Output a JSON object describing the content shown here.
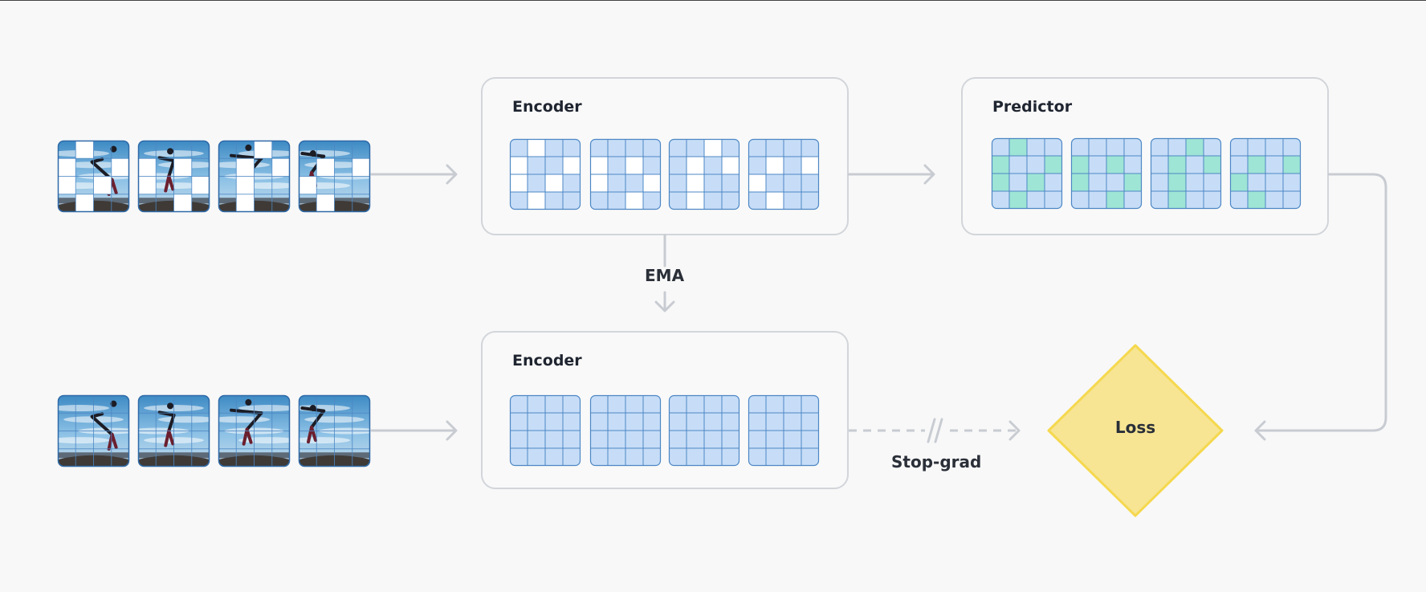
{
  "context_encoder": {
    "title": "Encoder"
  },
  "target_encoder": {
    "title": "Encoder"
  },
  "predictor": {
    "title": "Predictor"
  },
  "ema_label": "EMA",
  "stop_grad_label": "Stop-grad",
  "loss_label": "Loss",
  "colors": {
    "token": "#c7ddf7",
    "token_border": "#4d87c4",
    "predicted_token": "#9ee5d5",
    "masked": "#ffffff",
    "box_border": "#d2d5da",
    "arrow": "#c8ccd2",
    "loss_fill": "#f7e594",
    "loss_border": "#f5d84e"
  },
  "masks": {
    "context_frames": [
      [
        [
          0,
          1,
          0,
          0
        ],
        [
          1,
          0,
          0,
          1
        ],
        [
          1,
          0,
          1,
          0
        ],
        [
          0,
          1,
          0,
          0
        ]
      ],
      [
        [
          0,
          0,
          0,
          0
        ],
        [
          1,
          0,
          1,
          0
        ],
        [
          1,
          0,
          0,
          1
        ],
        [
          0,
          0,
          1,
          0
        ]
      ],
      [
        [
          0,
          0,
          1,
          0
        ],
        [
          0,
          1,
          0,
          1
        ],
        [
          0,
          1,
          0,
          0
        ],
        [
          0,
          1,
          0,
          0
        ]
      ],
      [
        [
          0,
          0,
          0,
          0
        ],
        [
          0,
          1,
          0,
          1
        ],
        [
          1,
          0,
          0,
          0
        ],
        [
          0,
          1,
          0,
          0
        ]
      ]
    ],
    "predicted_frames": [
      [
        [
          0,
          1,
          0,
          0
        ],
        [
          1,
          0,
          0,
          1
        ],
        [
          1,
          0,
          1,
          0
        ],
        [
          0,
          1,
          0,
          0
        ]
      ],
      [
        [
          0,
          0,
          0,
          0
        ],
        [
          1,
          0,
          1,
          0
        ],
        [
          1,
          0,
          0,
          1
        ],
        [
          0,
          0,
          1,
          0
        ]
      ],
      [
        [
          0,
          0,
          1,
          0
        ],
        [
          0,
          1,
          0,
          1
        ],
        [
          0,
          1,
          0,
          0
        ],
        [
          0,
          1,
          0,
          0
        ]
      ],
      [
        [
          0,
          0,
          0,
          0
        ],
        [
          0,
          1,
          0,
          1
        ],
        [
          1,
          0,
          0,
          0
        ],
        [
          0,
          1,
          0,
          0
        ]
      ]
    ]
  },
  "skater_pose": [
    [
      0.78,
      0.55,
      0.62,
      0.3,
      0.48,
      0.12
    ],
    [
      0.45,
      0.5,
      0.3,
      0.28,
      0.5,
      0.15
    ],
    [
      0.42,
      0.48,
      0.18,
      0.25,
      0.6,
      0.1
    ],
    [
      0.2,
      0.45,
      0.05,
      0.22,
      0.35,
      0.18
    ]
  ]
}
